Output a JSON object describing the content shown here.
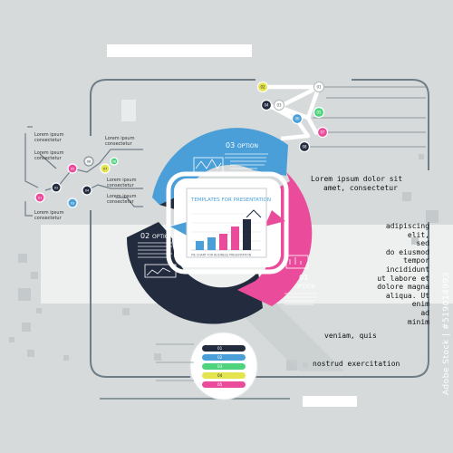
{
  "colors": {
    "background": "#d6dadb",
    "navy": "#232c3f",
    "blue": "#4a9fd8",
    "pink": "#ea4c9b",
    "yellow": "#e4e44e",
    "green": "#4fd37c",
    "white": "#ffffff",
    "line": "#6f7e86"
  },
  "center": {
    "title": "TEMPLATES FOR PRESENTATION",
    "caption": "PIE CHART FOR BUSINESS PRESENTATION",
    "bars": [
      0.25,
      0.35,
      0.45,
      0.65,
      0.85
    ]
  },
  "segments": {
    "s03": {
      "number": "03",
      "label": "OPTION"
    },
    "s02": {
      "number": "02",
      "label": "OPTION"
    },
    "s01": {
      "number": "01",
      "label": "OPTION"
    }
  },
  "lorem": {
    "line1": "Lorem ipsum dolor sit",
    "line2": "amet, consectetur",
    "col": [
      "adipiscing",
      "elit,",
      "sed",
      "do eiusmod",
      "tempor",
      "incididunt",
      "ut labore et",
      "dolore magna",
      "aliqua. Ut",
      "enim",
      "ad",
      "minim"
    ],
    "veniam": "veniam, quis",
    "nostrud": "nostrud exercitation"
  },
  "left_flow": {
    "labels": [
      "Lorem ipsum",
      "consectetur",
      "Lorem ipsum",
      "consectetur",
      "Lorem ipsum",
      "consectetur",
      "Lorem ipsum",
      "consectetur",
      "Lorem ipsum",
      "consectetur",
      "Lorem ipsum",
      "consectetur"
    ],
    "nodes": [
      "01",
      "02",
      "03",
      "04",
      "05",
      "06",
      "07",
      "08"
    ]
  },
  "top_right_nodes": [
    "01",
    "02",
    "03",
    "04",
    "05",
    "06",
    "07",
    "08"
  ],
  "bottom_circle_numbers": [
    "01",
    "02",
    "03",
    "04",
    "05"
  ],
  "watermark": "Adobe Stock | #519014993"
}
